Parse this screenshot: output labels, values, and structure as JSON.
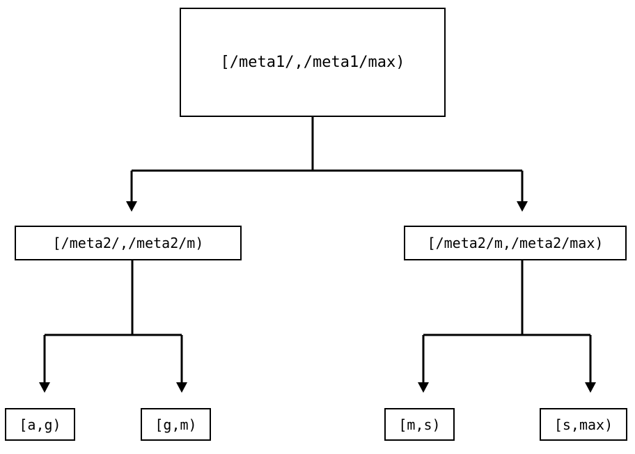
{
  "diagram": {
    "type": "binary-interval-partition-tree",
    "title": "",
    "background_color": "#ffffff",
    "line_color": "#000000",
    "text_color": "#000000",
    "edge_style": "orthogonal-with-filled-arrowheads",
    "nodes": {
      "root": {
        "label": "[/meta1/,/meta1/max)",
        "level": 0
      },
      "mid_left": {
        "label": "[/meta2/,/meta2/m)",
        "level": 1
      },
      "mid_right": {
        "label": "[/meta2/m,/meta2/max)",
        "level": 1
      },
      "leaf_1": {
        "label": "[a,g)",
        "level": 2
      },
      "leaf_2": {
        "label": "[g,m)",
        "level": 2
      },
      "leaf_3": {
        "label": "[m,s)",
        "level": 2
      },
      "leaf_4": {
        "label": "[s,max)",
        "level": 2
      }
    },
    "edges": [
      {
        "from": "root",
        "to": "mid_left"
      },
      {
        "from": "root",
        "to": "mid_right"
      },
      {
        "from": "mid_left",
        "to": "leaf_1"
      },
      {
        "from": "mid_left",
        "to": "leaf_2"
      },
      {
        "from": "mid_right",
        "to": "leaf_3"
      },
      {
        "from": "mid_right",
        "to": "leaf_4"
      }
    ]
  }
}
